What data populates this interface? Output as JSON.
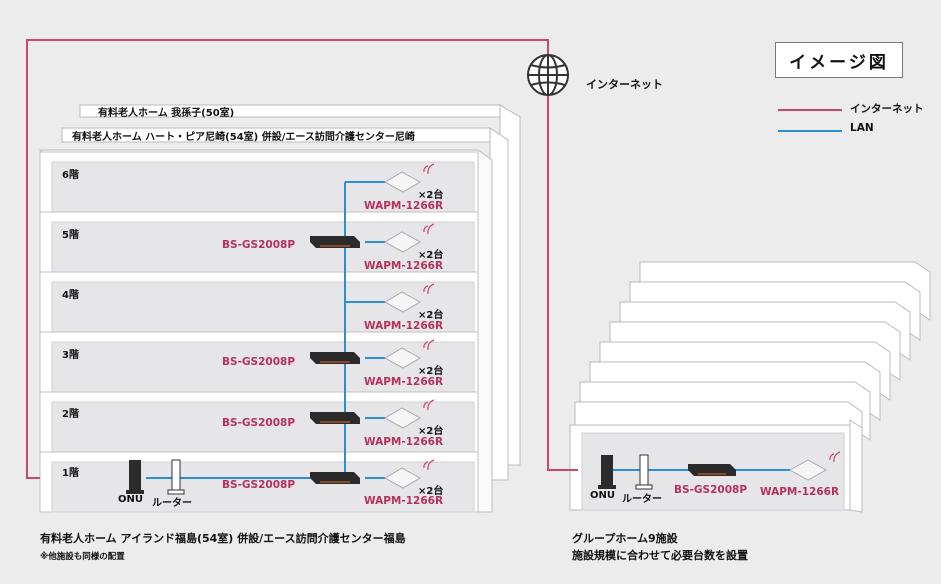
{
  "title_box": "イメージ図",
  "internet_label": "インターネット",
  "legend": {
    "internet": {
      "label": "インターネット",
      "color": "#c74a6e"
    },
    "lan": {
      "label": "LAN",
      "color": "#2a8fd6"
    }
  },
  "building_main": {
    "back_label_1": "有料老人ホーム 我孫子(50室)",
    "back_label_2": "有料老人ホーム ハート・ピア尼崎(54室) 併設/エース訪問介護センター尼崎",
    "floors": [
      "6階",
      "5階",
      "4階",
      "3階",
      "2階",
      "1階"
    ],
    "switch_label": "BS-GS2008P",
    "ap_label": "WAPM-1266R",
    "ap_count": "×2台",
    "onu_label": "ONU",
    "router_label": "ルーター",
    "caption": "有料老人ホーム アイランド福島(54室) 併設/エース訪問介護センター福島",
    "caption_note": "※他施設も同様の配置"
  },
  "building_group": {
    "onu_label": "ONU",
    "router_label": "ルーター",
    "switch_label": "BS-GS2008P",
    "ap_label": "WAPM-1266R",
    "caption_1": "グループホーム9施設",
    "caption_2": "施設規模に合わせて必要台数を設置"
  }
}
